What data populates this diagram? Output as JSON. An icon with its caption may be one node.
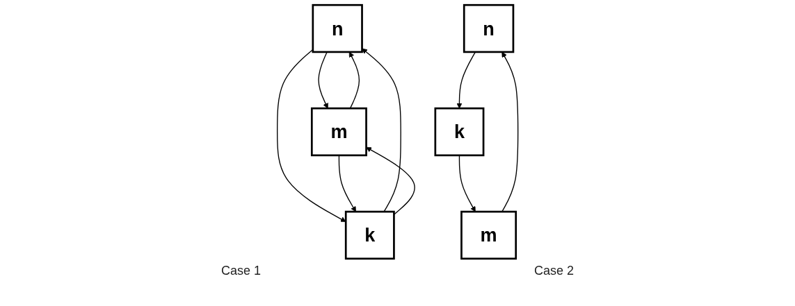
{
  "diagram": {
    "nodes": [
      {
        "text": [
          "n"
        ]
      },
      {
        "text": [
          "m"
        ]
      },
      {
        "text": [
          "k"
        ]
      },
      {
        "text": [
          "n"
        ]
      },
      {
        "text": [
          "m"
        ]
      },
      {
        "text": [
          "k"
        ]
      }
    ],
    "edges": [
      {
        "from": 0,
        "to": 1,
        "arrow": "to"
      },
      {
        "from": 1,
        "to": 0,
        "arrow": "to"
      },
      {
        "from": 0,
        "to": 2,
        "arrow": "to"
      },
      {
        "from": 2,
        "to": 0,
        "arrow": "to"
      },
      {
        "from": 2,
        "to": 1,
        "arrow": "to"
      },
      {
        "from": 1,
        "to": 2,
        "arrow": "to"
      },
      {
        "from": 4,
        "to": 3,
        "arrow": "to"
      },
      {
        "from": 3,
        "to": 5,
        "arrow": "to"
      },
      {
        "from": 5,
        "to": 4,
        "arrow": "to"
      }
    ],
    "labels": [
      "Case 1",
      "Case 2"
    ]
  }
}
